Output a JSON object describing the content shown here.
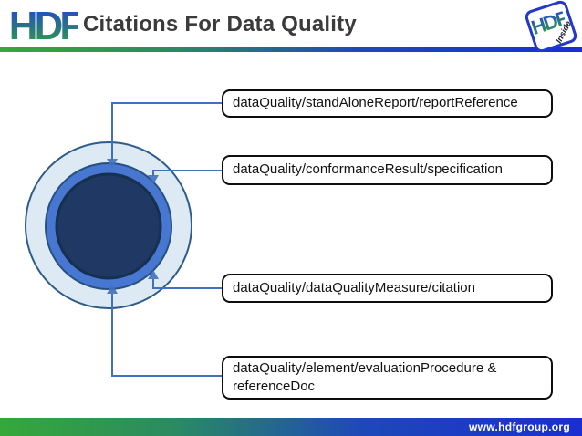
{
  "header": {
    "logo_text": "HDF",
    "title": "Citations For Data Quality",
    "badge": {
      "logo_text": "HDF",
      "label": "Inside"
    }
  },
  "diagram": {
    "type": "concentric-circles-with-callouts",
    "boxes": [
      {
        "label": "dataQuality/standAloneReport/reportReference"
      },
      {
        "label": "dataQuality/conformanceResult/specification"
      },
      {
        "label": "dataQuality/dataQualityMeasure/citation"
      },
      {
        "label": "dataQuality/element/evaluationProcedure & referenceDoc"
      }
    ]
  },
  "footer": {
    "url": "www.hdfgroup.org"
  },
  "colors": {
    "accent_green": "#36a838",
    "accent_blue": "#1a2ed1",
    "connector_blue": "#4070bd",
    "outer_circle_fill": "#dde9f3",
    "outer_circle_stroke": "#2e5c8a",
    "middle_ring_fill": "#4877d2",
    "middle_ring_stroke": "#27507f",
    "inner_circle_fill": "#1f3864",
    "inner_circle_stroke": "#16304f",
    "box_border": "#0d0d0d",
    "title_text": "#3b3b3b"
  }
}
